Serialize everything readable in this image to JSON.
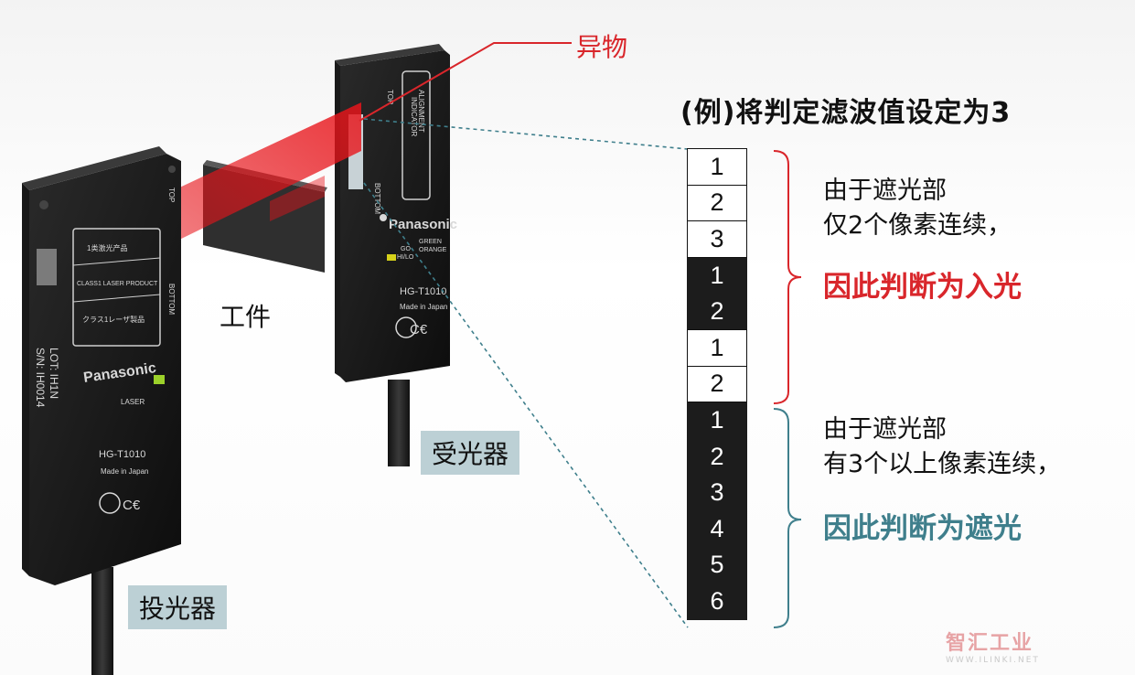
{
  "labels": {
    "foreign_object": "异物",
    "workpiece": "工件",
    "receiver": "受光器",
    "emitter": "投光器"
  },
  "example_title": "(例)将判定滤波值设定为3",
  "pixel_column": [
    "1",
    "2",
    "3",
    "1",
    "2",
    "1",
    "2",
    "1",
    "2",
    "3",
    "4",
    "5",
    "6"
  ],
  "pixel_shaded": [
    false,
    false,
    false,
    true,
    true,
    false,
    false,
    true,
    true,
    true,
    true,
    true,
    true
  ],
  "group_light": {
    "line1": "由于遮光部",
    "line2": "仅2个像素连续，",
    "verdict": "因此判断为入光"
  },
  "group_dark": {
    "line1": "由于遮光部",
    "line2": "有3个以上像素连续，",
    "verdict": "因此判断为遮光"
  },
  "emitter_device": {
    "brand": "Panasonic",
    "model": "HG-T1010",
    "origin": "Made in Japan",
    "led_label": "LASER",
    "lot": "LOT: IH1N",
    "serial": "S/N: IH0014",
    "warn1": "1类激光产品",
    "warn2": "CLASS1 LASER PRODUCT",
    "warn3": "クラス1レーザ製品",
    "top": "TOP",
    "bottom": "BOTTOM"
  },
  "receiver_device": {
    "brand": "Panasonic",
    "model": "HG-T1010",
    "origin": "Made in Japan",
    "indicator1": "ALIGNMENT",
    "indicator2": "INDICATOR",
    "go": "GO",
    "hilo": "HI/LO",
    "green": "GREEN",
    "orange": "ORANGE",
    "top": "TOP",
    "bottom": "BOTTOM"
  },
  "watermark": {
    "text": "智汇工业",
    "url": "WWW.ILINKI.NET"
  },
  "colors": {
    "accent_red": "#d9262b",
    "accent_teal": "#3f7f8c",
    "label_box": "#bcd0d5",
    "laser": "#e8141a"
  }
}
